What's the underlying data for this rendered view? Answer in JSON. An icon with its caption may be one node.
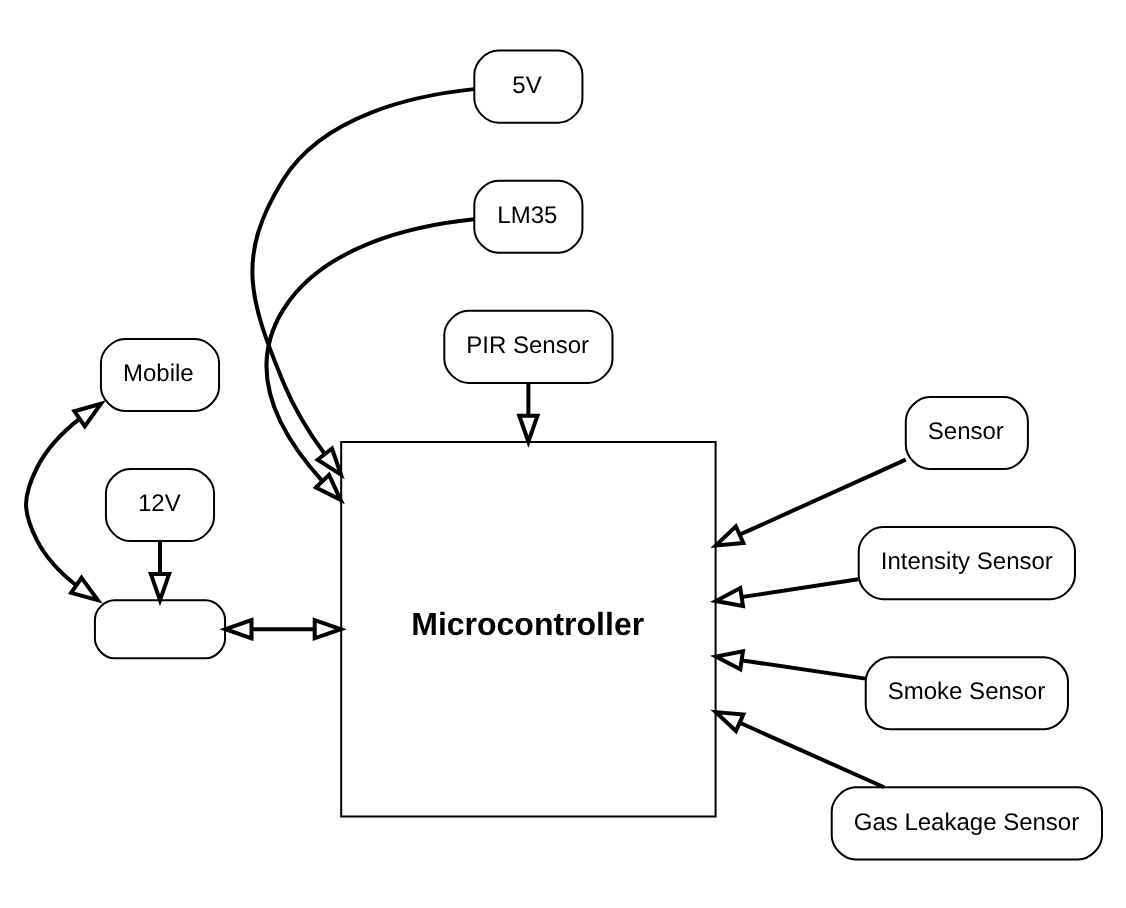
{
  "diagram": {
    "nodes": [
      {
        "text": [
          "5V"
        ]
      },
      {
        "text": [
          "Mobile"
        ]
      },
      {
        "text": [],
        "shape": "box"
      },
      {
        "text": [
          "Microcontroller"
        ]
      },
      {
        "text": [
          "Sensor"
        ]
      },
      {
        "text": [
          "Intensity Sensor"
        ]
      },
      {
        "text": [
          "Smoke Sensor"
        ]
      },
      {
        "text": [
          "Gas Leakage Sensor"
        ]
      },
      {
        "text": [
          "12V"
        ]
      },
      {
        "text": [
          "LM35"
        ]
      },
      {
        "text": [
          "PIR Sensor"
        ]
      }
    ],
    "edges": [
      {
        "from": 0,
        "to": 3,
        "arrow": "to"
      },
      {
        "from": 1,
        "to": 2,
        "arrow": "both"
      },
      {
        "from": 2,
        "to": 3,
        "arrow": "both"
      },
      {
        "from": 4,
        "to": 3,
        "arrow": "to"
      },
      {
        "from": 5,
        "to": 3,
        "arrow": "to"
      },
      {
        "from": 6,
        "to": 3,
        "arrow": "to"
      },
      {
        "from": 7,
        "to": 3,
        "arrow": "to"
      },
      {
        "from": 8,
        "to": 2,
        "arrow": "to"
      },
      {
        "from": 9,
        "to": 3,
        "arrow": "to"
      },
      {
        "from": 10,
        "to": 3,
        "arrow": "to"
      }
    ]
  }
}
